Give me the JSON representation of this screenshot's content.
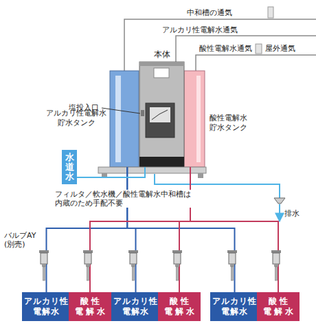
{
  "diagram": {
    "nodes": [
      {
        "text": [
          "アルカリ性電解水 貯水タンク"
        ]
      },
      {
        "text": [
          "本体"
        ]
      },
      {
        "text": [
          "酸性電解水 貯水タンク"
        ]
      },
      {
        "text": [
          "水道水"
        ]
      },
      {
        "text": [
          "アルカリ性 電解水"
        ]
      },
      {
        "text": [
          "酸性 電解水"
        ]
      },
      {
        "text": [
          "アルカリ性 電解水"
        ]
      },
      {
        "text": [
          "酸性 電解水"
        ]
      },
      {
        "text": [
          "アルカリ性 電解水"
        ]
      },
      {
        "text": [
          "酸性 電解水"
        ]
      }
    ],
    "edges": [
      {
        "from": 0,
        "to": 4,
        "arrow": "none"
      },
      {
        "from": 0,
        "to": 6,
        "arrow": "none"
      },
      {
        "from": 0,
        "to": 8,
        "arrow": "none"
      },
      {
        "from": 2,
        "to": 5,
        "arrow": "none"
      },
      {
        "from": 2,
        "to": 7,
        "arrow": "none"
      },
      {
        "from": 2,
        "to": 9,
        "arrow": "none"
      },
      {
        "from": 3,
        "to": 1,
        "arrow": "none"
      }
    ],
    "labels": [
      "中和槽の通気",
      "アルカリ性電解水通気",
      "酸性電解水通気",
      "屋外通気",
      "塩投入口",
      "フィルタ／軟水機／酸性電解水中和槽は 内蔵のため手配不要",
      "排水",
      "バルブAY",
      "(別売)"
    ]
  }
}
